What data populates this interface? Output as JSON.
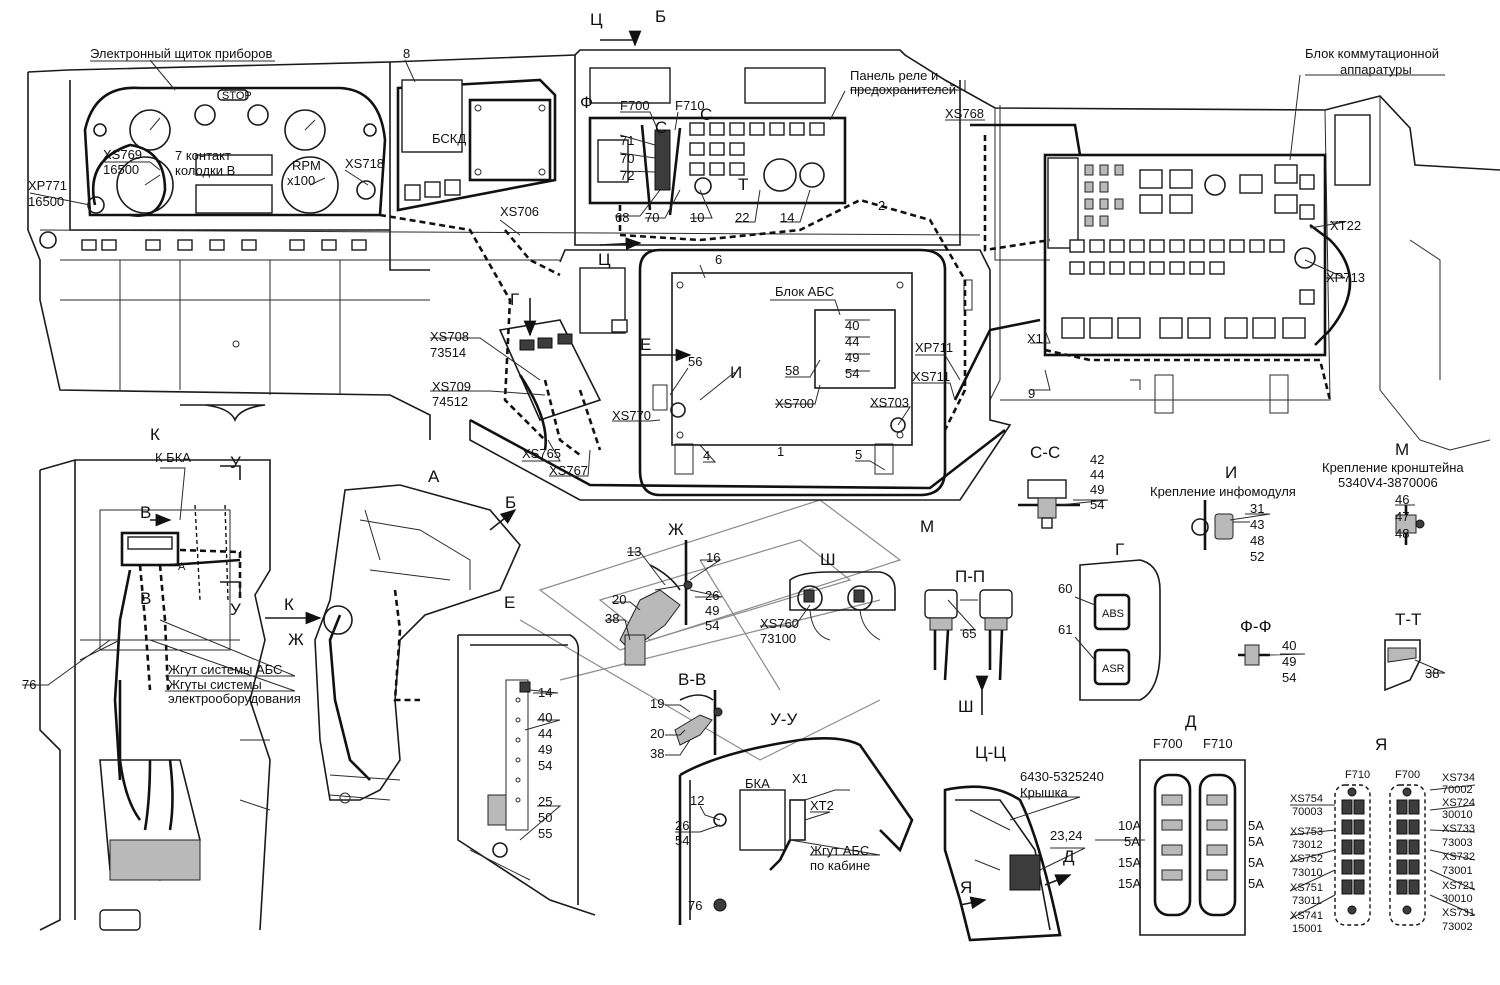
{
  "labels": {
    "electronic_panel": "Электронный щиток приборов",
    "stop": "STOP",
    "bskd": "БСКД",
    "view_b_top": "Б",
    "section_c_top": "Ц",
    "relay_panel_1": "Панель реле и",
    "relay_panel_2": "предохранителей",
    "block_switch_1": "Блок коммутационной",
    "block_switch_2": "аппаратуры",
    "abs_block": "Блок АБС",
    "rpm": "RPM",
    "rpm_scale": "x100",
    "contact_1": "7 контакт",
    "contact_2": "колодки В",
    "xs769": "XS769",
    "n16500a": "16500",
    "xp771": "XP771",
    "n16500b": "16500",
    "xs718": "XS718",
    "xs706": "XS706",
    "xs768": "XS768",
    "f700": "F700",
    "f710": "F710",
    "c1": "С",
    "c2": "С",
    "phi": "Ф",
    "t_mark": "Т",
    "n8": "8",
    "n70": "70",
    "n71": "71",
    "n72": "72",
    "n68": "68",
    "n70b": "70",
    "n10": "10",
    "n22": "22",
    "n14": "14",
    "n2": "2",
    "xt22": "XT22",
    "xp713": "XP713",
    "x1": "X1",
    "n9": "9",
    "n6": "6",
    "g_top": "Г",
    "c_mid": "Ц",
    "e_mark": "Е",
    "xs708": "XS708",
    "n73514": "73514",
    "xs709": "XS709",
    "n74512": "74512",
    "n56": "56",
    "i_mark": "И",
    "n40": "40",
    "n44": "44",
    "n49": "49",
    "n54": "54",
    "n58": "58",
    "xs700": "XS700",
    "xs703": "XS703",
    "xp711": "XP711",
    "xs711": "XS711",
    "xs770": "XS770",
    "xs765": "XS765",
    "xs767": "XS767",
    "n4": "4",
    "n1": "1",
    "n5": "5",
    "m_mark": "М",
    "k_title": "К",
    "k_bka": "К БКА",
    "u1": "У",
    "u2": "У",
    "v1": "В",
    "v2": "В",
    "a_small": "А",
    "n76": "76",
    "abs_harness": "Жгут системы АБС",
    "el_harness_1": "Жгуты системы",
    "el_harness_2": "электрооборудования",
    "a_title": "А",
    "b_arrow": "Б",
    "k_arrow": "К",
    "zh_left": "Ж",
    "e_title": "Е",
    "e_14": "14",
    "e_40": "40",
    "e_44": "44",
    "e_49": "49",
    "e_54": "54",
    "e_25": "25",
    "e_50": "50",
    "e_55": "55",
    "zh_title": "Ж",
    "zh_13": "13",
    "zh_16": "16",
    "zh_20": "20",
    "zh_38": "38",
    "zh_26": "26",
    "zh_49": "49",
    "zh_54": "54",
    "vv_title": "В-В",
    "vv_19": "19",
    "vv_20": "20",
    "vv_38": "38",
    "sh_title": "Ш",
    "xs760": "XS760",
    "n73100": "73100",
    "pp_title": "П-П",
    "pp_65": "65",
    "sh_arrow": "Ш",
    "cc_title": "С-С",
    "cc_42": "42",
    "cc_44": "44",
    "cc_49": "49",
    "cc_54": "54",
    "i_title": "И",
    "i_caption": "Крепление инфомодуля",
    "i_31": "31",
    "i_43": "43",
    "i_48": "48",
    "i_52": "52",
    "m_title": "М",
    "m_caption_1": "Крепление кронштейна",
    "m_caption_2": "5340V4-3870006",
    "m_46": "46",
    "m_47": "47",
    "m_48": "48",
    "g_title": "Г",
    "g_60": "60",
    "g_61": "61",
    "g_abs": "ABS",
    "g_asr": "ASR",
    "ff_title": "Ф-Ф",
    "ff_40": "40",
    "ff_49": "49",
    "ff_54": "54",
    "tt_title": "Т-Т",
    "tt_38": "38",
    "uu_title": "У-У",
    "uu_bka": "БКА",
    "uu_x1": "X1",
    "uu_xt2": "XT2",
    "uu_12": "12",
    "uu_26": "26",
    "uu_54": "54",
    "uu_76": "76",
    "uu_harness_1": "Жгут АБС",
    "uu_harness_2": "по кабине",
    "tsc_title": "Ц-Ц",
    "tsc_part": "6430-5325240",
    "tsc_cover": "Крышка",
    "tsc_2324": "23,24",
    "tsc_d": "Д",
    "tsc_ya": "Я",
    "d_title": "Д",
    "d_f700": "F700",
    "d_f710": "F710",
    "d_10a": "10A",
    "d_5a_l": "5A",
    "d_15a_1": "15A",
    "d_15a_2": "15A",
    "d_5a_r1": "5A",
    "d_5a_r2": "5A",
    "d_5a_r3": "5A",
    "d_5a_r4": "5A",
    "ya_title": "Я",
    "ya_f710": "F710",
    "ya_f700": "F700",
    "xs754": "XS754",
    "n70003": "70003",
    "xs753": "XS753",
    "n73012": "73012",
    "xs752": "XS752",
    "n73010": "73010",
    "xs751": "XS751",
    "n73011": "73011",
    "xs741": "XS741",
    "n15001": "15001",
    "xs734": "XS734",
    "n70002": "70002",
    "xs724": "XS724",
    "n30010a": "30010",
    "xs733": "XS733",
    "n73003": "73003",
    "xs732": "XS732",
    "n73001": "73001",
    "xs721": "XS721",
    "n30010b": "30010",
    "xs731": "XS731",
    "n73002": "73002"
  }
}
